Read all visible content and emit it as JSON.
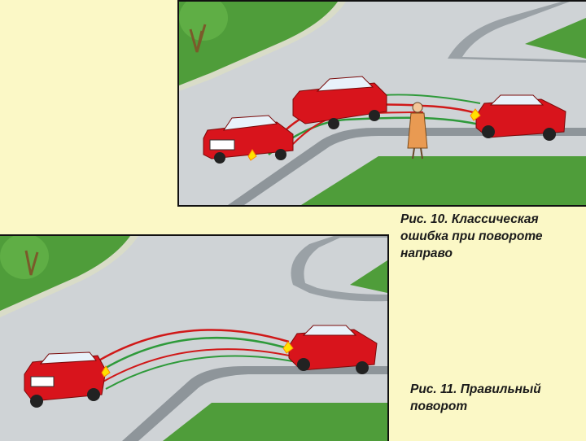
{
  "fig10": {
    "caption_lines": [
      "Рис. 10. Классическая",
      "ошибка при повороте",
      "направо"
    ]
  },
  "fig11": {
    "caption_lines": [
      "Рис. 11. Правильный",
      "поворот"
    ]
  },
  "colors": {
    "background": "#fbf8c6",
    "road": "#cfd3d6",
    "curb": "#8e959a",
    "grass": "#4f9d3a",
    "car_red": "#d8141c",
    "path_red": "#d01818",
    "path_green": "#2e9a3a",
    "pedestrian_dress": "#e99a52"
  },
  "icons": [
    "tree-icon",
    "car-icon",
    "turn-signal-icon",
    "pedestrian-icon"
  ]
}
